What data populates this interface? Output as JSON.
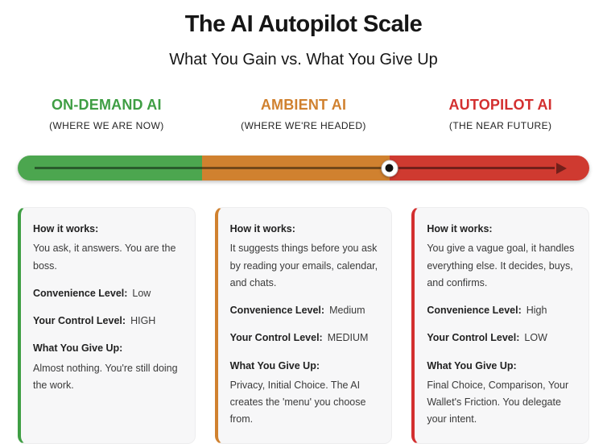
{
  "page": {
    "title": "The AI Autopilot Scale",
    "subtitle": "What You Gain vs. What You Give Up"
  },
  "scale": {
    "knob_position_pct": 65,
    "arrow_color": "rgba(0,0,0,0.45)",
    "segments": [
      {
        "name": "on-demand",
        "color": "#4ca64f",
        "width_pct": 32.2
      },
      {
        "name": "ambient",
        "color": "#d0812f",
        "width_pct": 32.9
      },
      {
        "name": "autopilot",
        "color": "#cf3a30",
        "width_pct": 34.9
      }
    ]
  },
  "columns": [
    {
      "name": "ON-DEMAND AI",
      "stage": "(WHERE WE ARE NOW)",
      "accent": "#3f9e44",
      "card": {
        "how_label": "How it works:",
        "how": "You ask, it answers. You are the boss.",
        "convenience_label": "Convenience Level:",
        "convenience_value": "Low",
        "control_label": "Your Control Level:",
        "control_value": "HIGH",
        "give_up_label": "What You Give Up:",
        "give_up": "Almost nothing. You're still doing the work."
      }
    },
    {
      "name": "AMBIENT AI",
      "stage": "(WHERE WE'RE HEADED)",
      "accent": "#d0812f",
      "card": {
        "how_label": "How it works:",
        "how": "It suggests things before you ask by reading your emails, calendar, and chats.",
        "convenience_label": "Convenience Level:",
        "convenience_value": "Medium",
        "control_label": "Your Control Level:",
        "control_value": "MEDIUM",
        "give_up_label": "What You Give Up:",
        "give_up": "Privacy, Initial Choice. The AI creates the 'menu' you choose from."
      }
    },
    {
      "name": "AUTOPILOT AI",
      "stage": "(THE NEAR FUTURE)",
      "accent": "#d32f2f",
      "card": {
        "how_label": "How it works:",
        "how": "You give a vague goal, it handles everything else. It decides, buys, and confirms.",
        "convenience_label": "Convenience Level:",
        "convenience_value": "High",
        "control_label": "Your Control Level:",
        "control_value": "LOW",
        "give_up_label": "What You Give Up:",
        "give_up": "Final Choice, Comparison, Your Wallet's Friction. You delegate your intent."
      }
    }
  ]
}
